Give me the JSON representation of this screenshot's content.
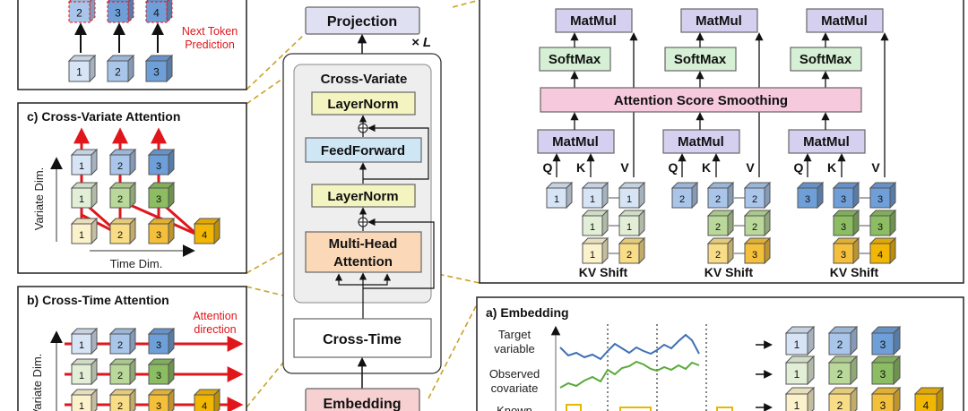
{
  "top_left_panel": {
    "predicted_tokens": [
      "2",
      "3",
      "4"
    ],
    "input_tokens": [
      "1",
      "2",
      "3"
    ],
    "caption_line1": "Next Token",
    "caption_line2": "Prediction"
  },
  "model": {
    "projection_label": "Projection",
    "repeat_label": "× L",
    "block_title": "Cross-Variate",
    "layernorm_top": "LayerNorm",
    "feedforward": "FeedForward",
    "layernorm_bottom": "LayerNorm",
    "mha_line1": "Multi-Head",
    "mha_line2": "Attention",
    "cross_time": "Cross-Time",
    "embedding": "Embedding"
  },
  "cross_variate_panel": {
    "title": "c) Cross-Variate Attention",
    "y_label": "Variate Dim.",
    "x_label": "Time Dim.",
    "row_top": [
      "1",
      "2",
      "3"
    ],
    "row_mid": [
      "1",
      "2",
      "3"
    ],
    "row_bot": [
      "1",
      "2",
      "3",
      "4"
    ]
  },
  "cross_time_panel": {
    "title": "b) Cross-Time Attention",
    "y_label": "Variate Dim.",
    "direction_line1": "Attention",
    "direction_line2": "direction",
    "row_top": [
      "1",
      "2",
      "3"
    ],
    "row_mid": [
      "1",
      "2",
      "3"
    ],
    "row_bot": [
      "1",
      "2",
      "3",
      "4"
    ]
  },
  "attention_panel": {
    "matmul": "MatMul",
    "softmax": "SoftMax",
    "smoothing": "Attention Score Smoothing",
    "q_label": "Q",
    "k_label": "K",
    "v_label": "V",
    "kv_shift": "KV Shift",
    "groups": [
      {
        "q": "1",
        "k": [
          "1",
          "1",
          "1"
        ],
        "v": [
          "1",
          "1",
          "2"
        ]
      },
      {
        "q": "2",
        "k": [
          "2",
          "2",
          "2"
        ],
        "v": [
          "2",
          "2",
          "3"
        ]
      },
      {
        "q": "3",
        "k": [
          "3",
          "3",
          "3"
        ],
        "v": [
          "3",
          "3",
          "4"
        ]
      }
    ]
  },
  "embedding_panel": {
    "title": "a) Embedding",
    "target_line1": "Target",
    "target_line2": "variable",
    "observed_line1": "Observed",
    "observed_line2": "covariate",
    "known_line1": "Known",
    "row_target": [
      "1",
      "2",
      "3"
    ],
    "row_observed": [
      "1",
      "2",
      "3"
    ],
    "row_known": [
      "1",
      "2",
      "3",
      "4"
    ]
  },
  "colors": {
    "blue": [
      "#d6e4f5",
      "#a9c6ea",
      "#6f9fd8"
    ],
    "green": [
      "#e2efd6",
      "#b9d89a",
      "#8cbd62"
    ],
    "yellow": [
      "#fbf2cc",
      "#f8dc86",
      "#f4bf3a"
    ],
    "orange": "#f2b705",
    "red": "#e0161b",
    "purple": "#d6d0f0",
    "mint": "#d6f0d6",
    "pink": "#f7c9dc",
    "lavender": "#dfe1f3",
    "lemon": "#f4f4c0",
    "sky": "#cfe6f5",
    "peach": "#fbd9b8",
    "rose": "#f7d0d2",
    "dashed_connector": "#c9a227",
    "target_line": "#3f6fb5",
    "observed_line": "#5aaa3a",
    "known_line": "#e6b800"
  }
}
